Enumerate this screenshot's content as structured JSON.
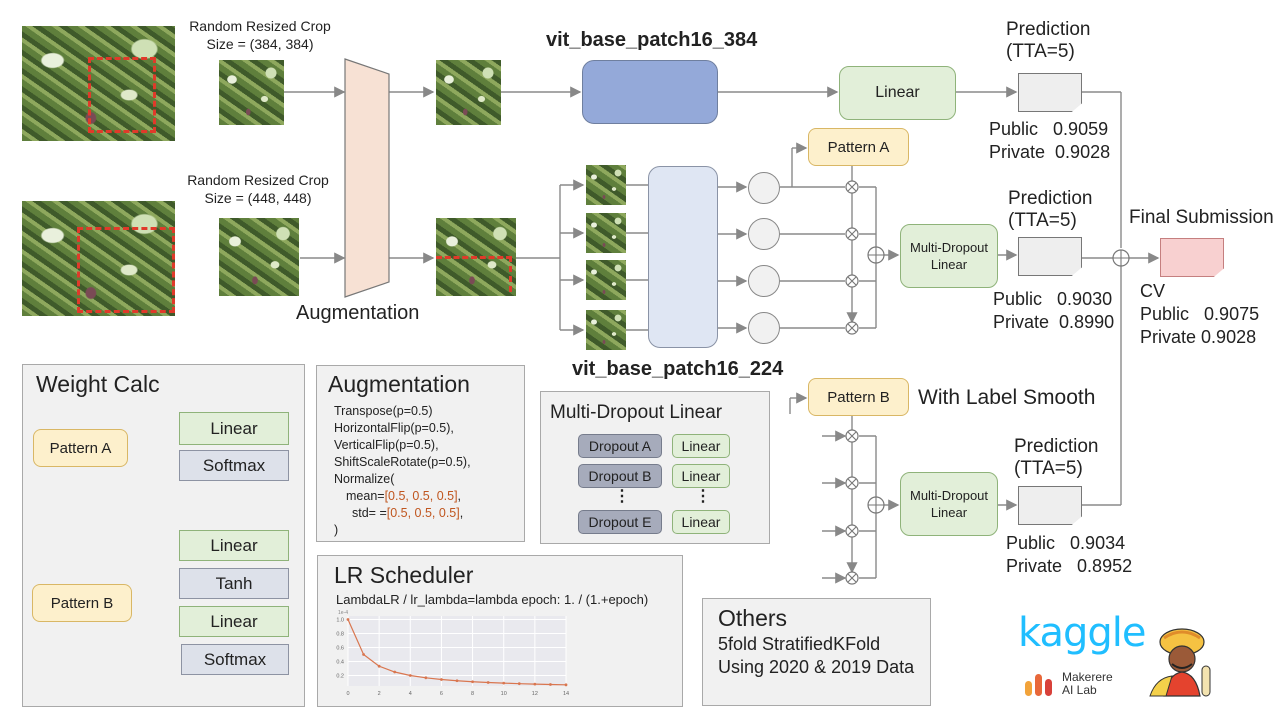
{
  "top_crop": {
    "label": "Random Resized Crop",
    "size": "Size = (384, 384)"
  },
  "bottom_crop": {
    "label": "Random Resized Crop",
    "size": "Size = (448, 448)"
  },
  "augmentation_caption": "Augmentation",
  "vit384_title": "vit_base_patch16_384",
  "vit224_title": "vit_base_patch16_224",
  "linear_label": "Linear",
  "pattern_a_label": "Pattern A",
  "pattern_b_label": "Pattern  B",
  "label_smooth": "With Label Smooth",
  "multi_dropout_line1": "Multi-Dropout",
  "multi_dropout_line2": "Linear",
  "prediction1": {
    "title": "Prediction",
    "tta": "(TTA=5)",
    "public_label": "Public",
    "public_value": "0.9059",
    "private_label": "Private",
    "private_value": "0.9028"
  },
  "prediction2": {
    "title": "Prediction",
    "tta": "(TTA=5)",
    "public_label": "Public",
    "public_value": "0.9030",
    "private_label": "Private",
    "private_value": "0.8990"
  },
  "prediction3": {
    "title": "Prediction",
    "tta": "(TTA=5)",
    "public_label": "Public",
    "public_value": "0.9034",
    "private_label": "Private",
    "private_value": "0.8952"
  },
  "final": {
    "title": "Final Submission",
    "cv": "CV",
    "public_label": "Public",
    "public_value": "0.9075",
    "private_label": "Private",
    "private_value": "0.9028"
  },
  "weight_calc": {
    "title": "Weight Calc",
    "pattern_a": "Pattern A",
    "pattern_a_layers": [
      "Linear",
      "Softmax"
    ],
    "pattern_b": "Pattern  B",
    "pattern_b_layers": [
      "Linear",
      "Tanh",
      "Linear",
      "Softmax"
    ]
  },
  "augmentation_panel": {
    "title": "Augmentation",
    "lines": [
      "Transpose(p=0.5)",
      "HorizontalFlip(p=0.5),",
      "VerticalFlip(p=0.5),",
      "ShiftScaleRotate(p=0.5),",
      "Normalize("
    ],
    "mean_prefix": "mean=",
    "mean_value": "[0.5, 0.5, 0.5]",
    "mean_suffix": ",",
    "std_prefix": "std= =",
    "std_value": "[0.5, 0.5, 0.5]",
    "std_suffix": ",",
    "closing": ")"
  },
  "multi_dropout_panel": {
    "title": "Multi-Dropout Linear",
    "dropouts": [
      "Dropout A",
      "Dropout B",
      "Dropout E"
    ],
    "linear": "Linear",
    "ellipsis": "⋮"
  },
  "lr_scheduler": {
    "title": "LR Scheduler",
    "subtitle": "LambdaLR / lr_lambda=lambda epoch: 1. / (1.+epoch)",
    "mini_label": "1e-4"
  },
  "chart_data": {
    "type": "line",
    "x": [
      0,
      1,
      2,
      3,
      4,
      5,
      6,
      7,
      8,
      9,
      10,
      11,
      12,
      13,
      14
    ],
    "y": [
      1.0,
      0.5,
      0.333,
      0.25,
      0.2,
      0.167,
      0.143,
      0.125,
      0.111,
      0.1,
      0.0909,
      0.0833,
      0.0769,
      0.0714,
      0.0667
    ],
    "xticks": [
      "0",
      "2",
      "4",
      "6",
      "8",
      "10",
      "12",
      "14"
    ],
    "yticks": [
      "0.2",
      "0.4",
      "0.6",
      "0.8",
      "1.0"
    ],
    "xlim": [
      0,
      14
    ],
    "ylim": [
      0.05,
      1.05
    ],
    "line_color": "#d9764f",
    "title": "",
    "xlabel": "",
    "ylabel": ""
  },
  "others": {
    "title": "Others",
    "line1": "5fold StratifiedKFold",
    "line2": "Using 2020 & 2019 Data"
  },
  "logos": {
    "kaggle": "kaggle",
    "makerere_line1": "Makerere",
    "makerere_line2": "AI Lab"
  },
  "colors": {
    "accent_orange": "#c0561f",
    "kaggle_blue": "#20beff",
    "vit384": "#94a9d9",
    "vit224": "#dfe6f3"
  }
}
